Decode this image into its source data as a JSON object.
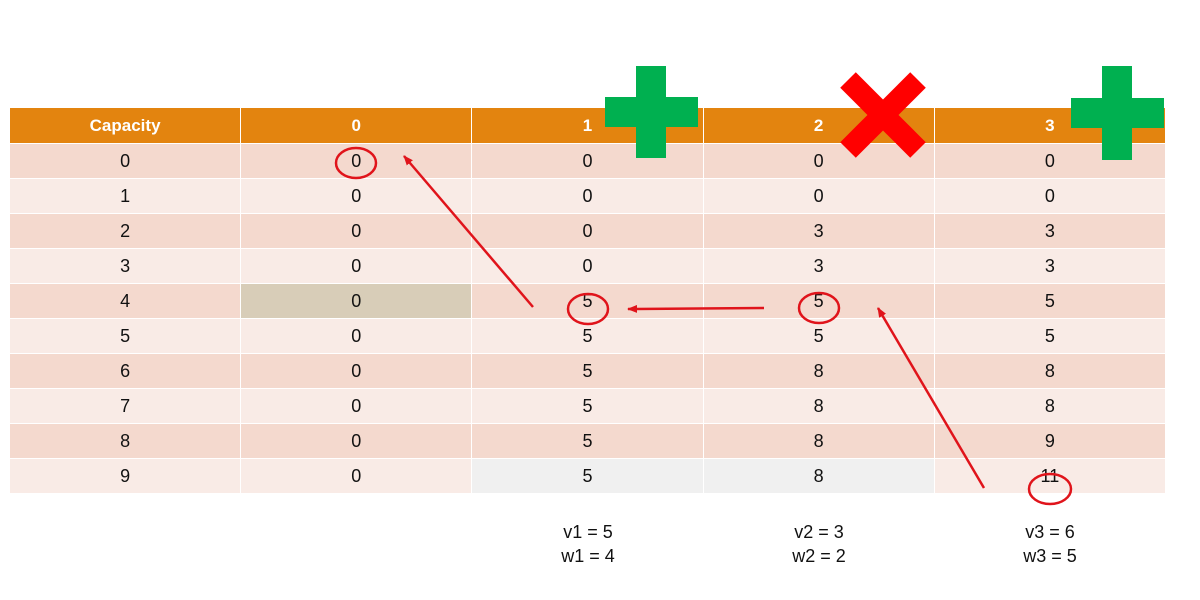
{
  "table": {
    "headers": [
      "Capacity",
      "0",
      "1",
      "2",
      "3"
    ],
    "rows": [
      [
        "0",
        "0",
        "0",
        "0",
        "0"
      ],
      [
        "1",
        "0",
        "0",
        "0",
        "0"
      ],
      [
        "2",
        "0",
        "0",
        "3",
        "3"
      ],
      [
        "3",
        "0",
        "0",
        "3",
        "3"
      ],
      [
        "4",
        "0",
        "5",
        "5",
        "5"
      ],
      [
        "5",
        "0",
        "5",
        "5",
        "5"
      ],
      [
        "6",
        "0",
        "5",
        "8",
        "8"
      ],
      [
        "7",
        "0",
        "5",
        "8",
        "8"
      ],
      [
        "8",
        "0",
        "5",
        "8",
        "9"
      ],
      [
        "9",
        "0",
        "5",
        "8",
        "11"
      ]
    ]
  },
  "items": [
    {
      "value": "v1 = 5",
      "weight": "w1 = 4"
    },
    {
      "value": "v2 = 3",
      "weight": "w2 = 2"
    },
    {
      "value": "v3 = 6",
      "weight": "w3 = 5"
    }
  ],
  "markers": {
    "item1": "plus-icon",
    "item2": "cross-icon",
    "item3": "plus-icon"
  },
  "colors": {
    "header": "#e3840f",
    "row_dark": "#f4d9ce",
    "row_light": "#f9ebe6",
    "highlight_tan": "#d8cdb8",
    "highlight_grey": "#f0f0f0",
    "arrow": "#e0141b",
    "plus": "#00b050",
    "cross": "#ff0000"
  }
}
